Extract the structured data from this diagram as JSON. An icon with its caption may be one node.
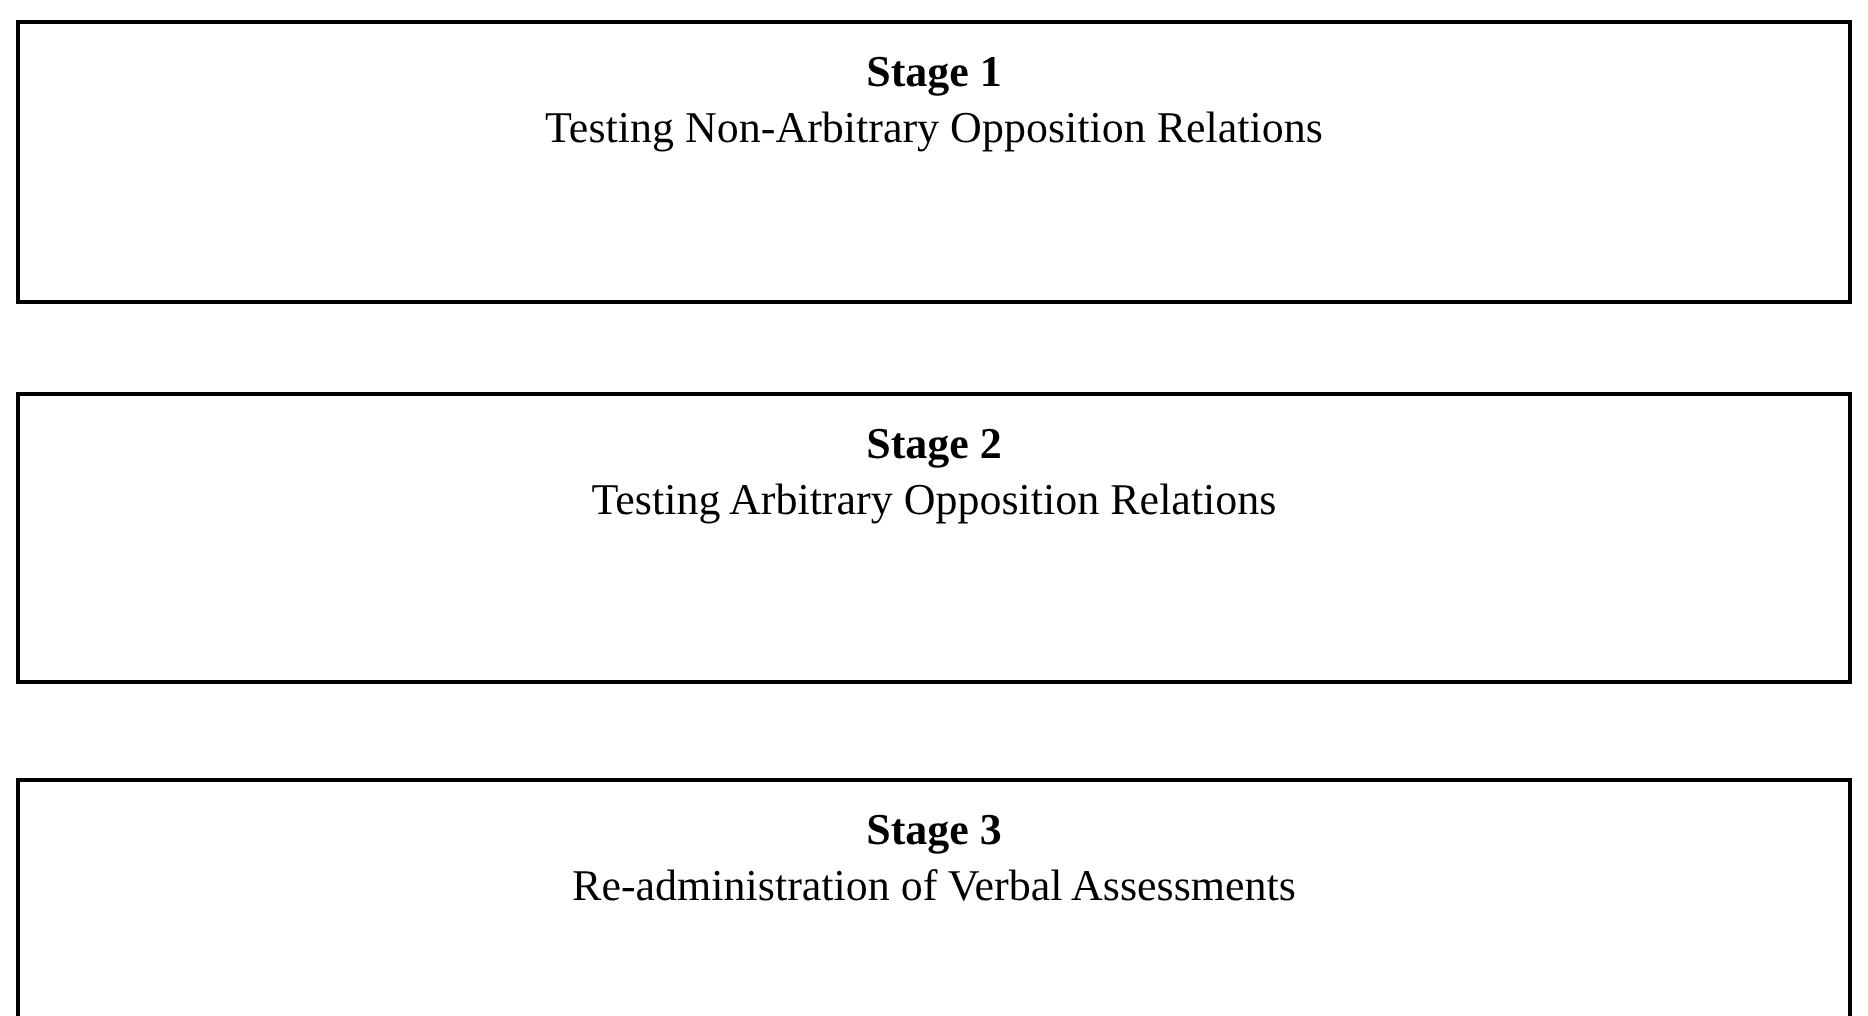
{
  "diagram": {
    "nodes": [
      {
        "text": [
          "Stage 1",
          "Testing Non-Arbitrary Opposition Relations"
        ]
      },
      {
        "text": [
          "Stage 2",
          "Testing Arbitrary Opposition Relations"
        ]
      },
      {
        "text": [
          "Stage 3",
          "Re-administration of Verbal Assessments"
        ]
      }
    ]
  }
}
